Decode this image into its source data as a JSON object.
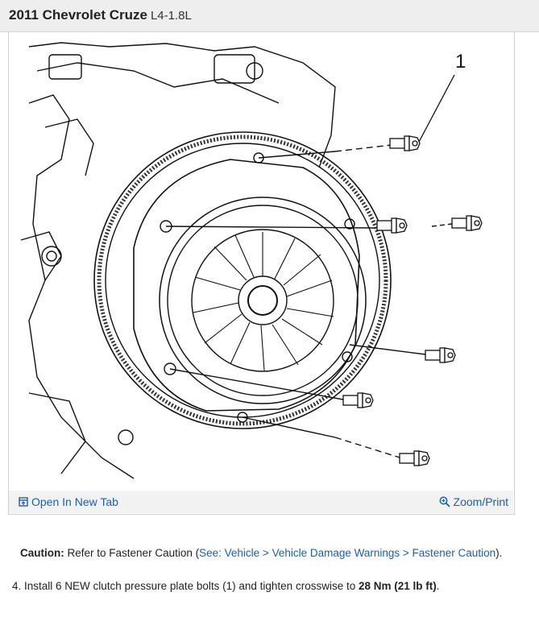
{
  "header": {
    "vehicle": "2011 Chevrolet Cruze",
    "engine": "L4-1.8L"
  },
  "diagram": {
    "callout_label": "1"
  },
  "toolbar": {
    "open_label": "Open In New Tab",
    "zoom_label": "Zoom/Print"
  },
  "caution": {
    "label": "Caution:",
    "text": "Refer to Fastener Caution",
    "open_paren": "(",
    "link": "See: Vehicle > Vehicle Damage Warnings > Fastener Caution",
    "close_paren": ")."
  },
  "step": {
    "number": "4.",
    "text": "Install 6 NEW clutch pressure plate bolts (1) and tighten crosswise to",
    "torque": "28 Nm (21 lb ft)",
    "end": "."
  },
  "icons": {
    "open": "open-in-new-tab-icon",
    "zoom": "magnifier-icon"
  }
}
